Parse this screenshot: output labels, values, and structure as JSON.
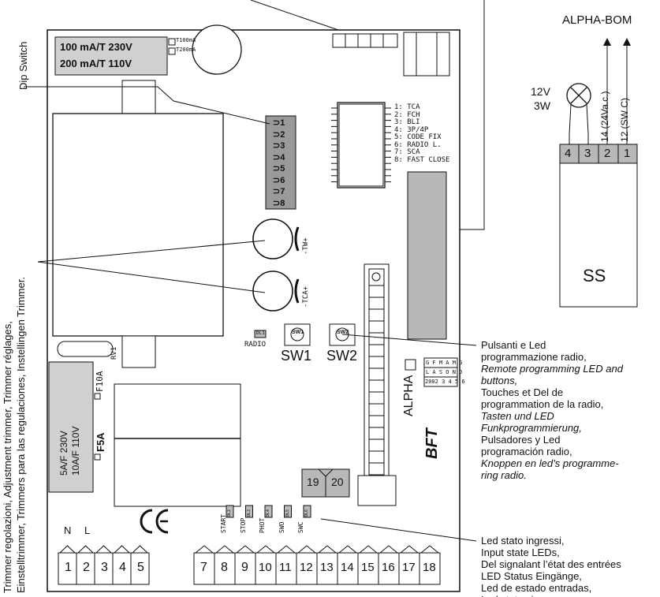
{
  "fuse_top": {
    "line1": "100 mA/T  230V",
    "line2": "200 mA/T  110V",
    "small1": "T100mA",
    "small2": "T200mA"
  },
  "fuse_mid": {
    "line1": "5A/F  230V",
    "line2": "10A/F 110V",
    "f10a": "F10A",
    "f5a": "F5A"
  },
  "rv1": "RV1",
  "dip": {
    "side_label": "Dip Switch",
    "numbers": [
      "1",
      "2",
      "3",
      "4",
      "5",
      "6",
      "7",
      "8"
    ],
    "legend": [
      "1: TCA",
      "2: FCH",
      "3: BLI",
      "4: 3P/4P",
      "5: CODE FIX",
      "6: RADIO L.",
      "7: SCA",
      "8: FAST CLOSE"
    ]
  },
  "trimmers": {
    "tw": "-TW+",
    "tca": "-TCA+",
    "side_line1": "Trimmer regolazioni, Adjustment trimmer, Trimmer réglages,",
    "side_line2": "Einstelltrimmer, Trimmers para las regulaciones, Instellingen Trimmer."
  },
  "radio": {
    "dl1": "DL1",
    "radio": "RADIO",
    "sw1": "SW1",
    "sw2": "SW2"
  },
  "alpha": {
    "vertical": "ALPHA",
    "grid_row1": "G F M A M G",
    "grid_row2": "L A S O N D",
    "grid_row3": "2002 3 4 5 6",
    "bft": "BFT"
  },
  "ce_mark": "CE",
  "terminal_nl": {
    "n": "N",
    "l": "L"
  },
  "leds": [
    {
      "name": "START",
      "code": "DL2"
    },
    {
      "name": "STOP",
      "code": "DL3"
    },
    {
      "name": "PHOT",
      "code": "DL4"
    },
    {
      "name": "SWO",
      "code": "DL5"
    },
    {
      "name": "SWC",
      "code": "DL6"
    }
  ],
  "terminals_left": [
    "1",
    "2",
    "3",
    "4",
    "5"
  ],
  "terminals_right": [
    "7",
    "8",
    "9",
    "10",
    "11",
    "12",
    "13",
    "14",
    "15",
    "16",
    "17",
    "18"
  ],
  "connector_1920": {
    "a": "19",
    "b": "20"
  },
  "ss_box": {
    "title": "ALPHA-BOM",
    "lamp_v": "12V",
    "lamp_w": "3W",
    "wire14": "14 (24Va.c.)",
    "wire12": "12 (SW C)",
    "pins": [
      "4",
      "3",
      "2",
      "1"
    ],
    "label": "SS"
  },
  "callout_radio": [
    {
      "text": "Pulsanti e Led",
      "italic": false
    },
    {
      "text": "programmazione radio,",
      "italic": false
    },
    {
      "text": "Remote programming LED and",
      "italic": true
    },
    {
      "text": "buttons,",
      "italic": true
    },
    {
      "text": "Touches et Del de",
      "italic": false
    },
    {
      "text": "programmation de la radio,",
      "italic": false
    },
    {
      "text": "Tasten und LED",
      "italic": true
    },
    {
      "text": "Funkprogrammierung,",
      "italic": true
    },
    {
      "text": "Pulsadores y Led",
      "italic": false
    },
    {
      "text": "programación radio,",
      "italic": false
    },
    {
      "text": "Knoppen en led’s programme-",
      "italic": true
    },
    {
      "text": "ring radio.",
      "italic": true
    }
  ],
  "callout_leds": [
    "Led stato ingressi,",
    "Input state LEDs,",
    "Del signalant l’état des entrées",
    "LED Status Eingänge,",
    "Led de estado entradas,",
    "Led status ingangen."
  ]
}
